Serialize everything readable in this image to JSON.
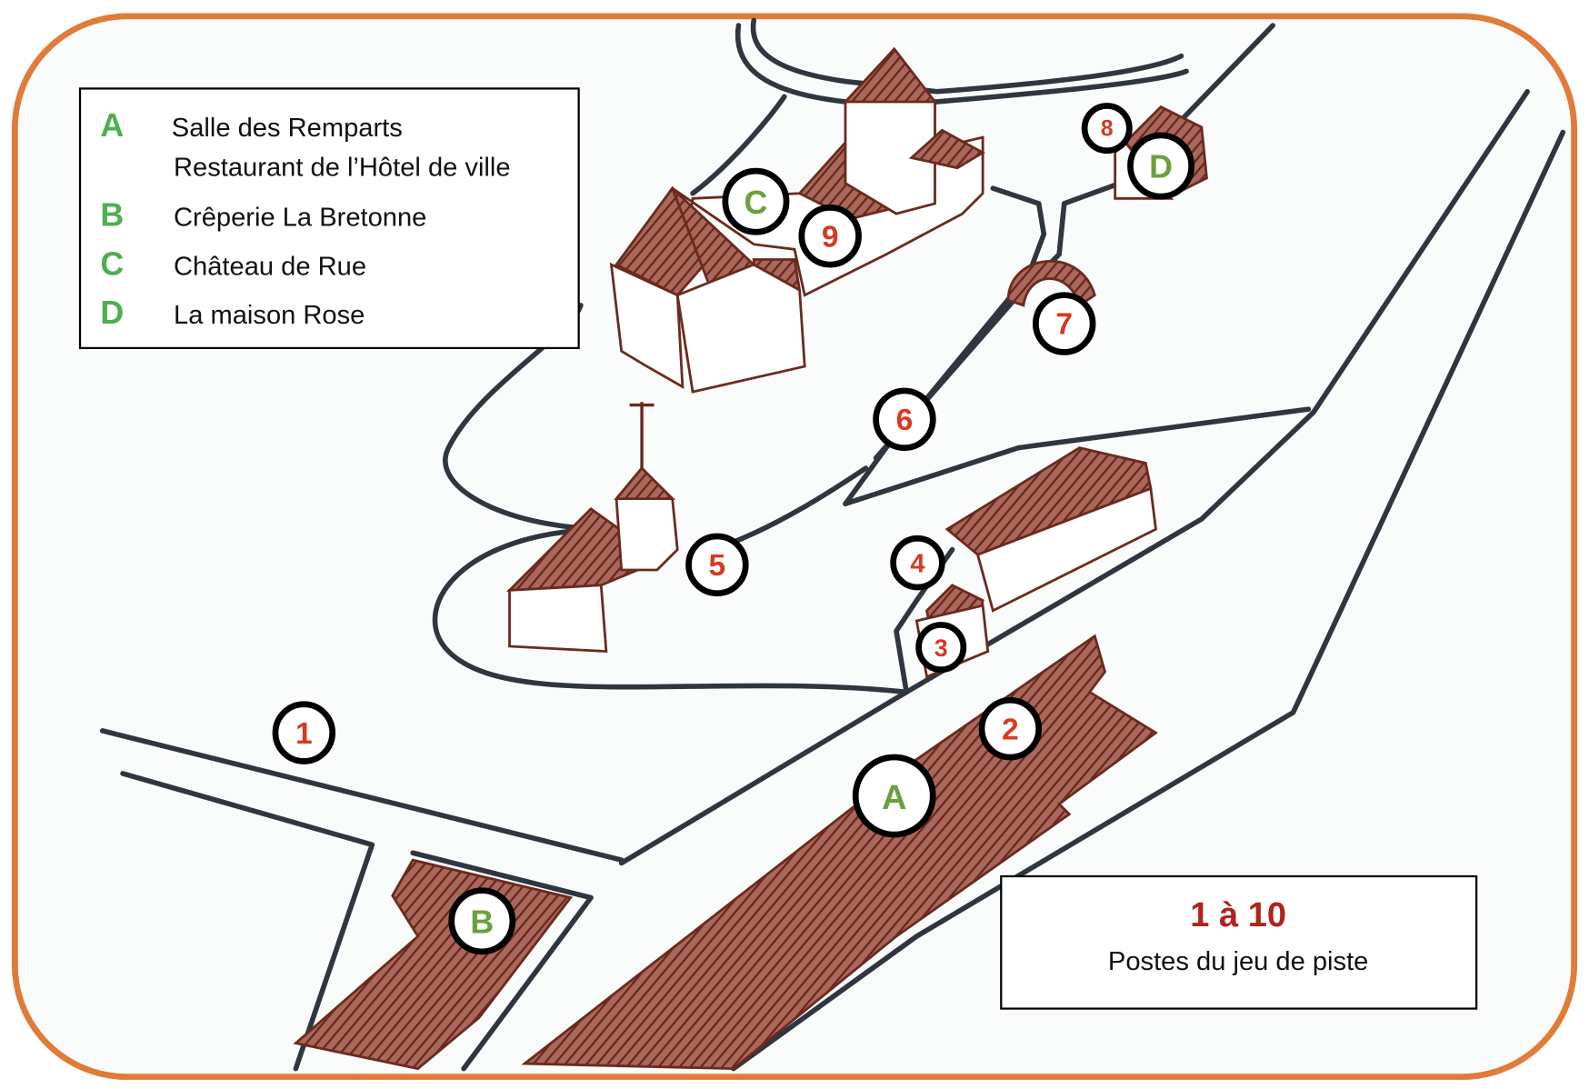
{
  "legend": {
    "items": [
      {
        "letter": "A",
        "lines": [
          "Salle des Remparts",
          "Restaurant de l’Hôtel de ville"
        ]
      },
      {
        "letter": "B",
        "lines": [
          "Crêperie La Bretonne"
        ]
      },
      {
        "letter": "C",
        "lines": [
          "Château de Rue"
        ]
      },
      {
        "letter": "D",
        "lines": [
          "La maison Rose"
        ]
      }
    ]
  },
  "info_box": {
    "title": "1 à 10",
    "subtitle": "Postes du jeu de piste"
  },
  "markers": {
    "numbers": [
      "1",
      "2",
      "3",
      "4",
      "5",
      "6",
      "7",
      "8",
      "9"
    ],
    "letters": [
      "A",
      "B",
      "C",
      "D"
    ]
  },
  "colors": {
    "frame": "#e07b39",
    "building": "#7a2e22",
    "number": "#d63a22",
    "letter": "#6aa03c"
  }
}
